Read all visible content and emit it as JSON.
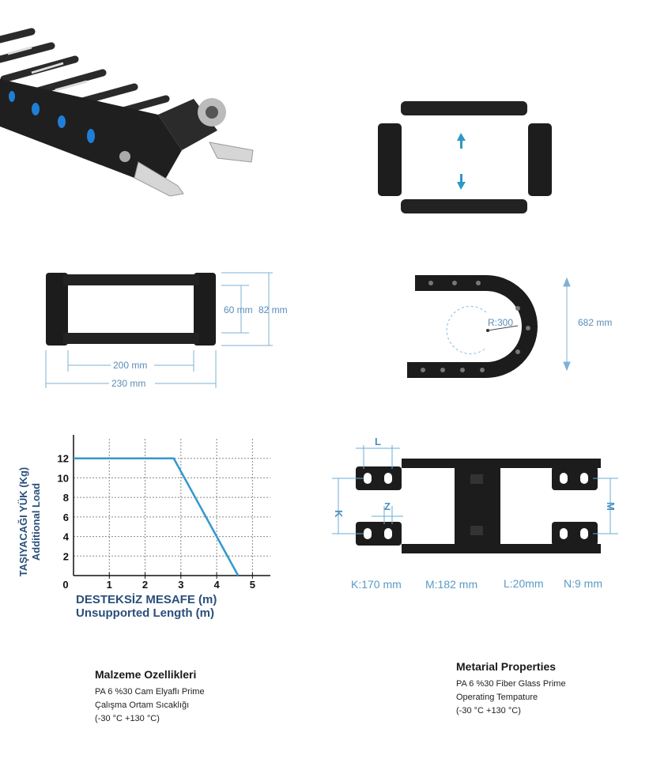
{
  "dimensions_front": {
    "inner_height": "60 mm",
    "outer_height": "82 mm",
    "inner_width": "200 mm",
    "outer_width": "230 mm"
  },
  "bend": {
    "radius": "R:300",
    "height": "682 mm"
  },
  "bracket": {
    "label_L": "L",
    "label_K": "K",
    "label_Z": "Z",
    "label_M": "M",
    "values": [
      "K:170 mm",
      "M:182 mm",
      "L:20mm",
      "N:9 mm"
    ]
  },
  "chart_data": {
    "type": "line",
    "ylabel_tr": "TAŞIYACAĞI YÜK (Kg)",
    "ylabel_en": "Additional Load",
    "xlabel_tr": "DESTEKSİZ MESAFE (m)",
    "xlabel_en": "Unsupported Length (m)",
    "x_ticks": [
      "0",
      "1",
      "2",
      "3",
      "4",
      "5"
    ],
    "y_ticks": [
      "2",
      "4",
      "6",
      "8",
      "10",
      "12"
    ],
    "xlim": [
      0,
      5.5
    ],
    "ylim": [
      0,
      14
    ],
    "grid": true,
    "series": [
      {
        "x": [
          0,
          2.8,
          4.6
        ],
        "y": [
          12,
          12,
          0
        ]
      }
    ],
    "colors": {
      "line": "#3399cc",
      "axis_text": "#2a4f7a"
    }
  },
  "materials_tr": {
    "title": "Malzeme Ozellikleri",
    "lines": [
      "PA 6 %30 Cam Elyaflı Prime",
      "Çalışma Ortam Sıcaklığı",
      "(-30 °C +130 °C)"
    ]
  },
  "materials_en": {
    "title": "Metarial Properties",
    "lines": [
      "PA 6 %30 Fiber Glass Prime",
      "Operating Tempature",
      "(-30 °C +130 °C)"
    ]
  }
}
